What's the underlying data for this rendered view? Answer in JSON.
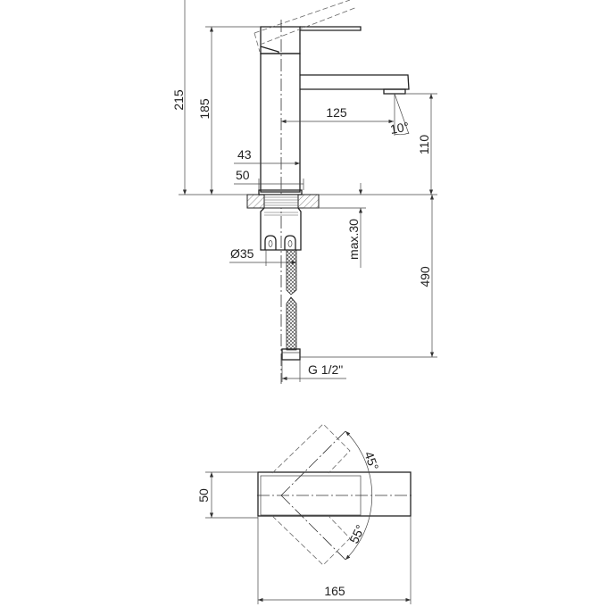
{
  "side_view": {
    "dimensions": {
      "total_height": "215",
      "body_height": "185",
      "spout_reach": "125",
      "spout_angle": "10°",
      "spout_height": "110",
      "body_width": "43",
      "base_width": "50",
      "max_mount_thickness": "max.30",
      "hose_length": "490",
      "shank_diameter": "Ø35",
      "connection": "G 1/2\""
    }
  },
  "top_view": {
    "dimensions": {
      "width": "50",
      "length": "165",
      "rotation_left": "45°",
      "rotation_right": "55°"
    }
  }
}
